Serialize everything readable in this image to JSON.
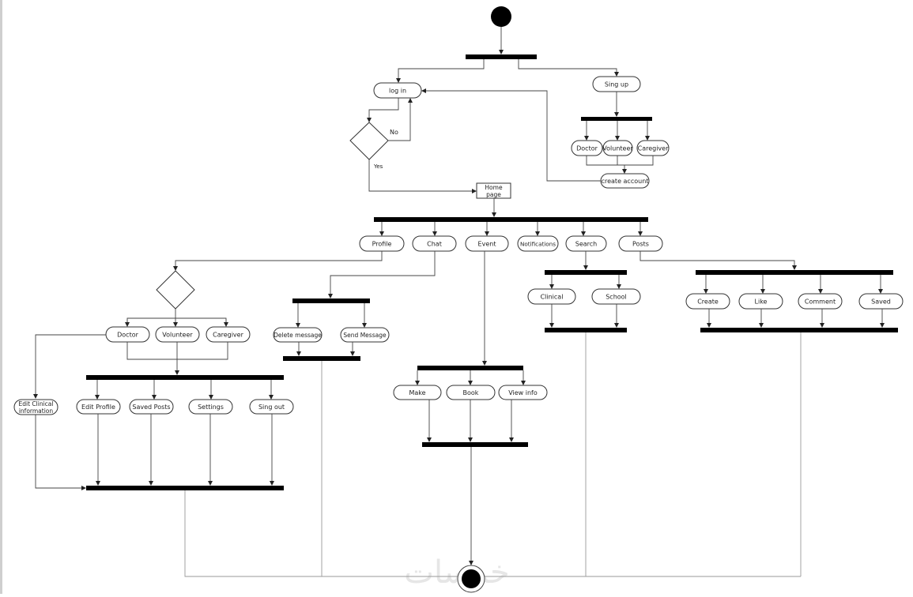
{
  "diagram": {
    "type": "uml-activity-diagram",
    "nodes": {
      "login": "log in",
      "signup": "Sing up",
      "signup_doctor": "Doctor",
      "signup_volunteer": "Volunteer",
      "signup_caregiver": "Caregiver",
      "create_account": "create account",
      "decision_no": "No",
      "decision_yes": "Yes",
      "home_line1": "Home",
      "home_line2": "page",
      "profile": "Profile",
      "chat": "Chat",
      "event": "Event",
      "notifications": "Notifications",
      "search": "Search",
      "posts": "Posts",
      "profile_doctor": "Doctor",
      "profile_volunteer": "Volunteer",
      "profile_caregiver": "Caregiver",
      "edit_clinical_line1": "Edit Clinical",
      "edit_clinical_line2": "information",
      "edit_profile": "Edit Profile",
      "saved_posts": "Saved Posts",
      "settings": "Settings",
      "sign_out": "Sing out",
      "delete_message": "Delete message",
      "send_message": "Send Message",
      "make": "Make",
      "book": "Book",
      "view_info": "View info",
      "clinical": "Clinical",
      "school": "School",
      "create": "Create",
      "like": "Like",
      "comment": "Comment",
      "saved": "Saved"
    },
    "watermark": "خمسات"
  }
}
